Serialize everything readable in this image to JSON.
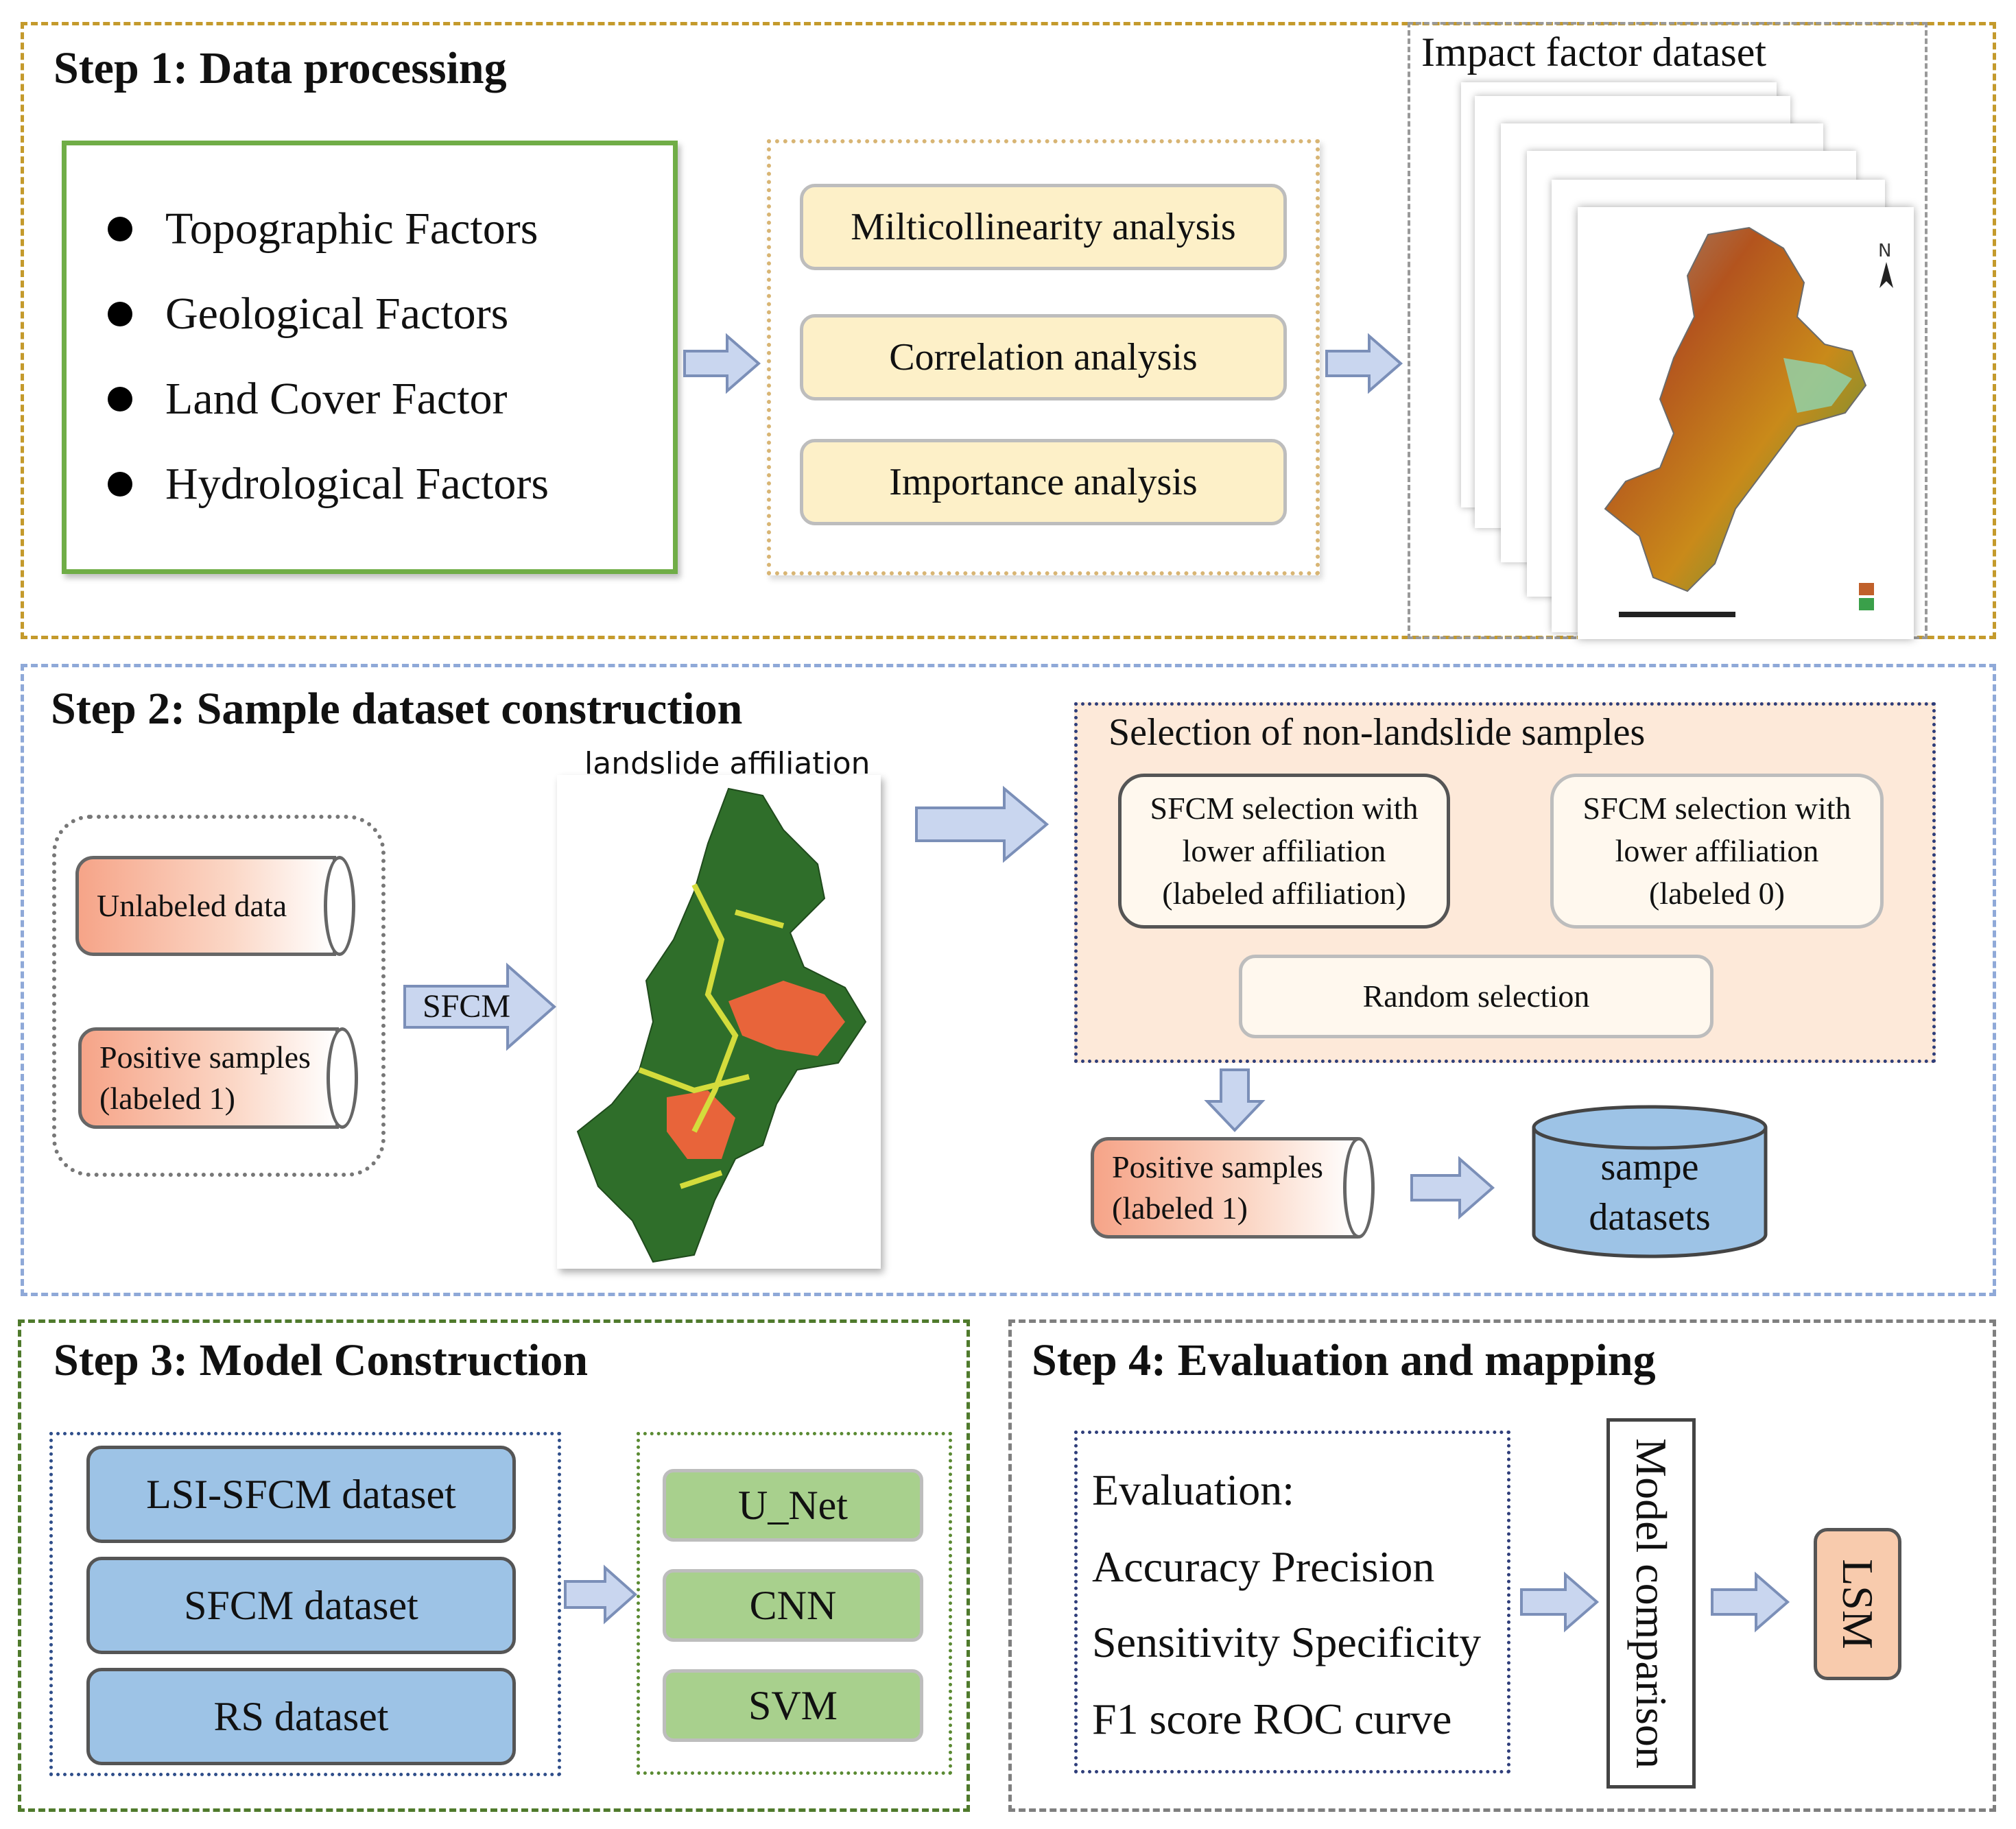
{
  "step1": {
    "title": "Step 1: Data processing",
    "factors": [
      "Topographic Factors",
      "Geological Factors",
      "Land Cover Factor",
      "Hydrological Factors"
    ],
    "analyses": [
      "Milticollinearity  analysis",
      "Correlation analysis",
      "Importance analysis"
    ],
    "dataset_title": "Impact factor dataset"
  },
  "step2": {
    "title": "Step 2: Sample dataset construction",
    "unlabeled": "Unlabeled data",
    "positive_line1": "Positive samples",
    "positive_line2": "(labeled 1)",
    "sfcm_arrow": "SFCM",
    "map_title": "landslide affiliation",
    "selection_title": "Selection of non-landslide samples",
    "sel1": [
      "SFCM selection with",
      "lower affiliation",
      "(labeled affiliation)"
    ],
    "sel2": [
      "SFCM selection with",
      "lower affiliation",
      "(labeled 0)"
    ],
    "random": "Random selection",
    "positive2_line1": "Positive samples",
    "positive2_line2": "(labeled 1)",
    "datasets_line1": "sampe",
    "datasets_line2": "datasets"
  },
  "step3": {
    "title": "Step 3: Model Construction",
    "datasets": [
      "LSI-SFCM dataset",
      "SFCM dataset",
      "RS dataset"
    ],
    "models": [
      "U_Net",
      "CNN",
      "SVM"
    ]
  },
  "step4": {
    "title": "Step 4: Evaluation and mapping",
    "evaluation": [
      "Evaluation:",
      "Accuracy Precision",
      "Sensitivity Specificity",
      "F1 score ROC curve"
    ],
    "comparison": "Model comparison",
    "lsm": "LSM"
  },
  "colors": {
    "step1_border": "#c49a2c",
    "step2_border": "#8fa9d8",
    "step3_border": "#4f7a2c",
    "step4_border": "#7f7f7f",
    "arrow_fill": "#c9d6ef",
    "arrow_stroke": "#7b8fb8"
  }
}
